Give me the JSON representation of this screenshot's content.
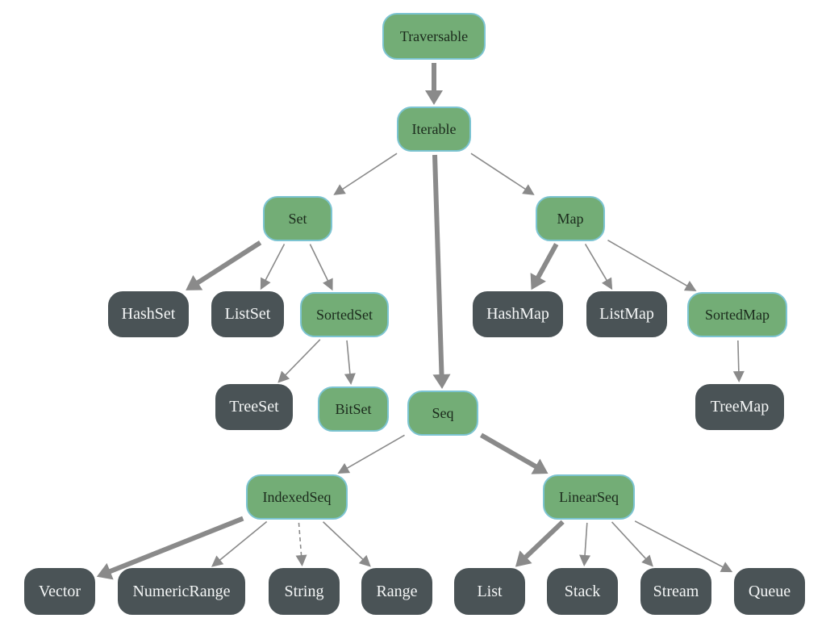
{
  "colors": {
    "trait_fill": "#73ad76",
    "trait_border": "#7cc4d2",
    "impl_fill": "#4a5356",
    "edge": "#8a8a8a"
  },
  "nodes": {
    "traversable": "Traversable",
    "iterable": "Iterable",
    "set": "Set",
    "map": "Map",
    "hashset": "HashSet",
    "listset": "ListSet",
    "sortedset": "SortedSet",
    "hashmap": "HashMap",
    "listmap": "ListMap",
    "sortedmap": "SortedMap",
    "treeset": "TreeSet",
    "bitset": "BitSet",
    "seq": "Seq",
    "treemap": "TreeMap",
    "indexedseq": "IndexedSeq",
    "linearseq": "LinearSeq",
    "vector": "Vector",
    "numericrange": "NumericRange",
    "string": "String",
    "range": "Range",
    "list": "List",
    "stack": "Stack",
    "stream": "Stream",
    "queue": "Queue"
  },
  "edges": [
    {
      "from": "traversable",
      "to": "iterable",
      "style": "thick"
    },
    {
      "from": "iterable",
      "to": "set",
      "style": "thin"
    },
    {
      "from": "iterable",
      "to": "map",
      "style": "thin"
    },
    {
      "from": "iterable",
      "to": "seq",
      "style": "thick"
    },
    {
      "from": "set",
      "to": "hashset",
      "style": "thick"
    },
    {
      "from": "set",
      "to": "listset",
      "style": "thin"
    },
    {
      "from": "set",
      "to": "sortedset",
      "style": "thin"
    },
    {
      "from": "sortedset",
      "to": "treeset",
      "style": "thin"
    },
    {
      "from": "sortedset",
      "to": "bitset",
      "style": "thin"
    },
    {
      "from": "map",
      "to": "hashmap",
      "style": "thick"
    },
    {
      "from": "map",
      "to": "listmap",
      "style": "thin"
    },
    {
      "from": "map",
      "to": "sortedmap",
      "style": "thin"
    },
    {
      "from": "sortedmap",
      "to": "treemap",
      "style": "thin"
    },
    {
      "from": "seq",
      "to": "indexedseq",
      "style": "thin"
    },
    {
      "from": "seq",
      "to": "linearseq",
      "style": "thick"
    },
    {
      "from": "indexedseq",
      "to": "vector",
      "style": "thick"
    },
    {
      "from": "indexedseq",
      "to": "numericrange",
      "style": "thin"
    },
    {
      "from": "indexedseq",
      "to": "string",
      "style": "dashed"
    },
    {
      "from": "indexedseq",
      "to": "range",
      "style": "thin"
    },
    {
      "from": "linearseq",
      "to": "list",
      "style": "thick"
    },
    {
      "from": "linearseq",
      "to": "stack",
      "style": "thin"
    },
    {
      "from": "linearseq",
      "to": "stream",
      "style": "thin"
    },
    {
      "from": "linearseq",
      "to": "queue",
      "style": "thin"
    }
  ]
}
